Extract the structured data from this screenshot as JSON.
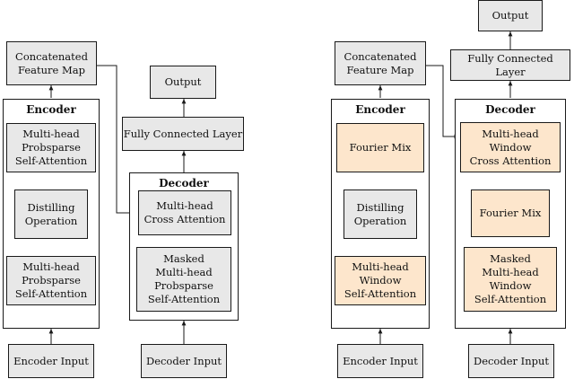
{
  "left": {
    "concat": "Concatenated\nFeature Map",
    "encoder_title": "Encoder",
    "enc_attn_top": "Multi-head\nProbsparse\nSelf-Attention",
    "distill": "Distilling\nOperation",
    "enc_attn_bottom": "Multi-head\nProbsparse\nSelf-Attention",
    "encoder_input": "Encoder Input",
    "output": "Output",
    "fc": "Fully Connected Layer",
    "decoder_title": "Decoder",
    "cross": "Multi-head\nCross Attention",
    "masked": "Masked\nMulti-head\nProbsparse\nSelf-Attention",
    "decoder_input": "Decoder Input"
  },
  "right": {
    "concat": "Concatenated\nFeature Map",
    "encoder_title": "Encoder",
    "fourier_enc": "Fourier Mix",
    "distill": "Distilling\nOperation",
    "enc_attn": "Multi-head\nWindow\nSelf-Attention",
    "encoder_input": "Encoder Input",
    "output": "Output",
    "fc": "Fully Connected Layer",
    "decoder_title": "Decoder",
    "cross": "Multi-head\nWindow\nCross Attention",
    "fourier_dec": "Fourier Mix",
    "masked": "Masked\nMulti-head\nWindow\nSelf-Attention",
    "decoder_input": "Decoder Input"
  },
  "colors": {
    "box_grey": "#e8e8e8",
    "box_peach": "#fde6cc",
    "line": "#1a1a1a"
  }
}
